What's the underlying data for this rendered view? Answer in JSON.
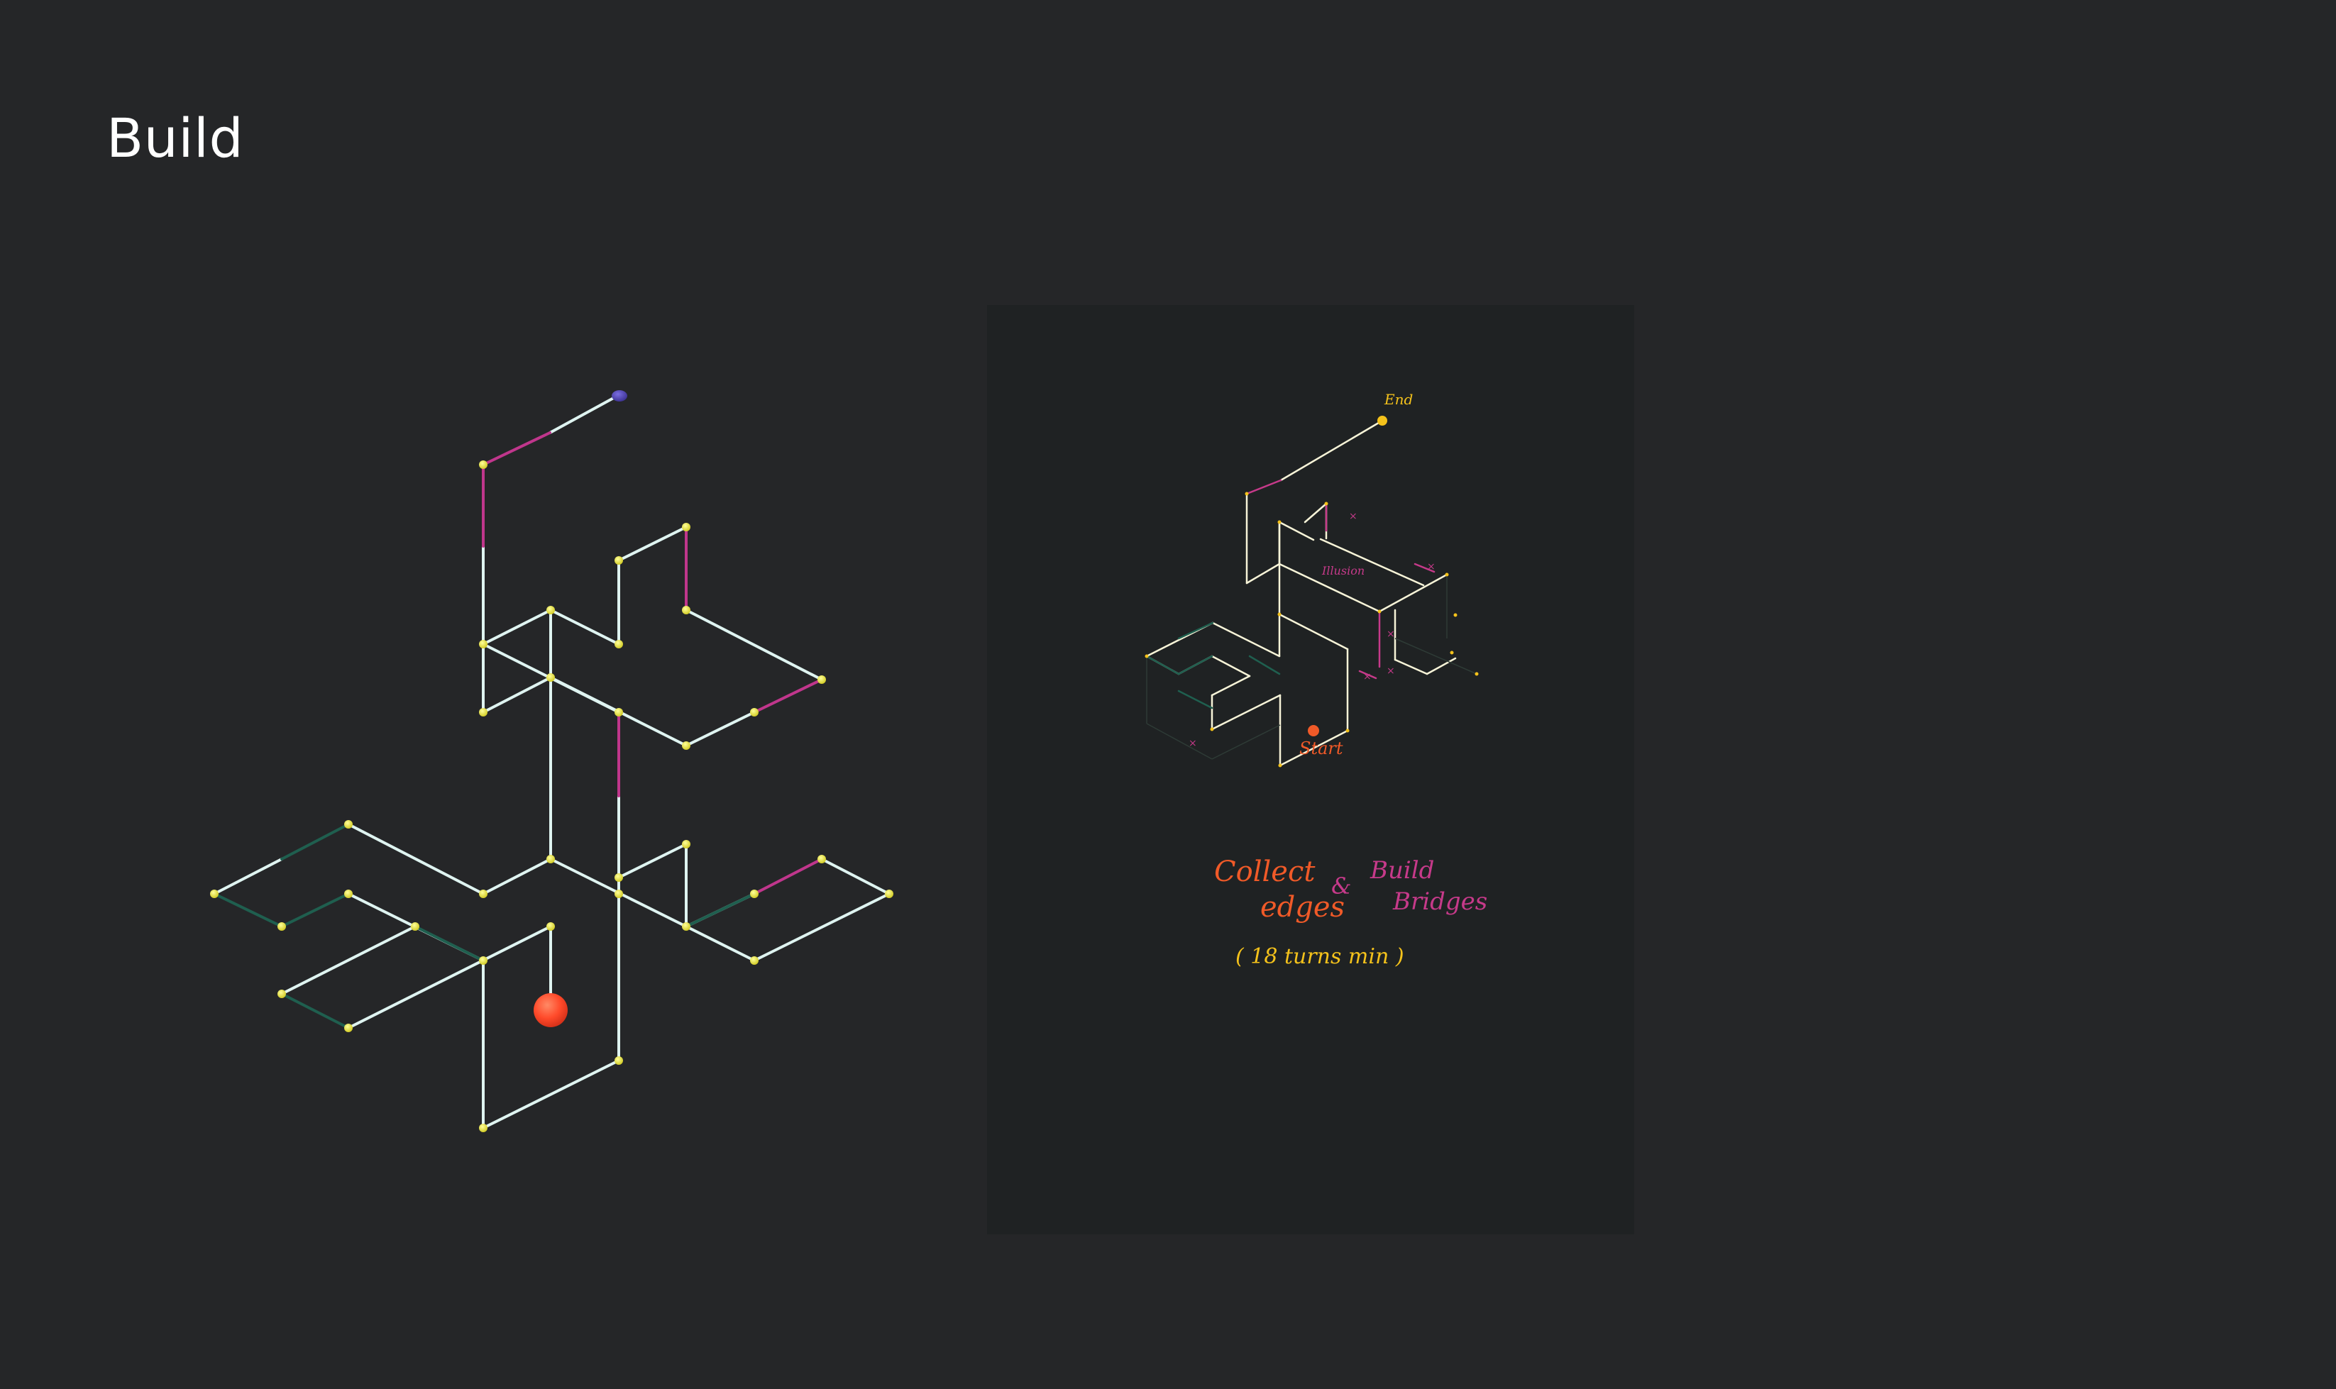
{
  "page": {
    "title": "Build",
    "background": "#252628"
  },
  "colors": {
    "edge_white": "#dff4f1",
    "edge_magenta": "#c0368c",
    "edge_teal": "#1f5f4f",
    "node_yellow": "#e6e23a",
    "player_ball": "#ff4a2a",
    "goal_node": "#4b40a8",
    "sketch_panel": "#1f2223",
    "sketch_yellow": "#f4c21b",
    "sketch_orange": "#f05a28",
    "sketch_magenta": "#c63a8a"
  },
  "game_render": {
    "player": "red-ball",
    "goal": "purple-node"
  },
  "sketch": {
    "label_end": "End",
    "label_start": "Start",
    "label_illusion": "Illusion",
    "note_collect": "Collect",
    "note_edges": "edges",
    "note_and": "&",
    "note_build": "Build",
    "note_bridges": "Bridges",
    "note_turns": "( 18 turns min )"
  }
}
